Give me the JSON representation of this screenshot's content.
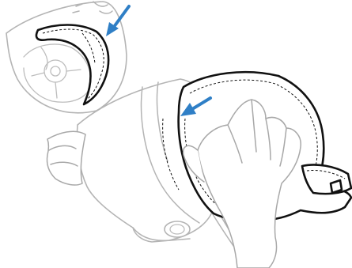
{
  "colors": {
    "arrow": "#2f7fc6",
    "pad_outline": "#111111",
    "helmet_outline": "#b4b4b4",
    "hand_outline": "#a8a8a8",
    "background": "#ffffff"
  },
  "panels": [
    {
      "view": "detail-inset",
      "shows": [
        "helmet-shell",
        "cheek-pad",
        "insertion-arrow"
      ]
    },
    {
      "view": "main",
      "shows": [
        "helmet-shell",
        "cheek-pad",
        "hand",
        "insertion-arrow"
      ]
    }
  ],
  "icons": [
    "arrow-icon",
    "hand-icon",
    "helmet-icon"
  ]
}
